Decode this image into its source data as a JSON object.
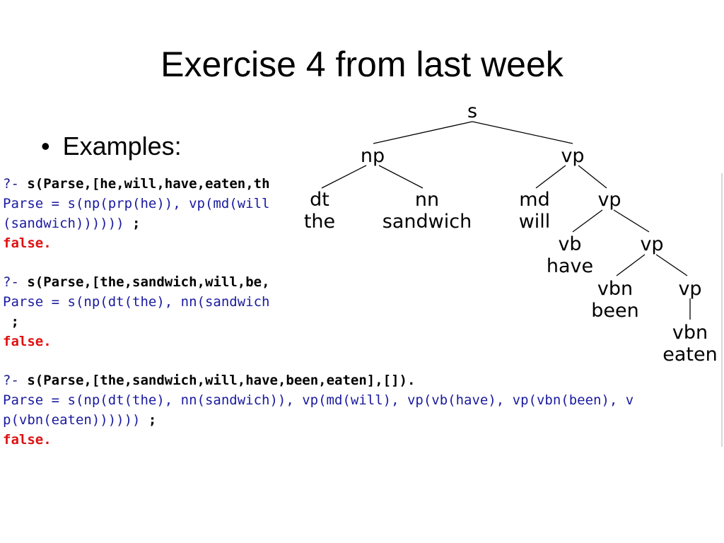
{
  "slide": {
    "title": "Exercise 4 from last week",
    "bullet": "Examples:"
  },
  "console": {
    "q1_prompt": "?-",
    "q1_cmd": "s(Parse,[he,will,have,eaten,th",
    "q1_ans1": "Parse = s(np(prp(he)), vp(md(will",
    "q1_ans2a": "(sandwich)))))) ",
    "q1_semi": ";",
    "q1_false": "false.",
    "q2_prompt": "?-",
    "q2_cmd": "s(Parse,[the,sandwich,will,be,",
    "q2_ans1": "Parse = s(np(dt(the), nn(sandwich",
    "q2_semi": " ;",
    "q2_false": "false.",
    "q3_prompt": "?-",
    "q3_cmd": "s(Parse,[the,sandwich,will,have,been,eaten],[]).",
    "q3_ans1": "Parse = s(np(dt(the), nn(sandwich)), vp(md(will), vp(vb(have), vp(vbn(been), v",
    "q3_ans2a": "p(vbn(eaten)))))) ",
    "q3_semi": ";",
    "q3_false": "false."
  },
  "tree": {
    "s": "s",
    "np": "np",
    "vp1": "vp",
    "dt": "dt",
    "the": "the",
    "nn": "nn",
    "sandwich": "sandwich",
    "md": "md",
    "will": "will",
    "vp2": "vp",
    "vb": "vb",
    "have": "have",
    "vp3": "vp",
    "vbn": "vbn",
    "been": "been",
    "vp4": "vp",
    "vbn2": "vbn",
    "eaten": "eaten"
  }
}
